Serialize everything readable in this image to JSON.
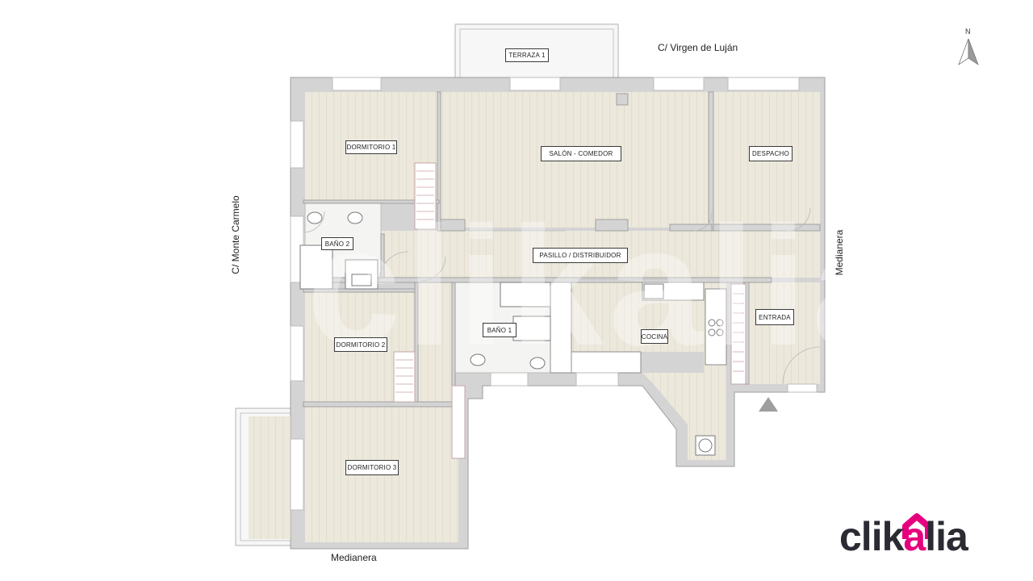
{
  "streets": {
    "top": "C/ Virgen de Luján",
    "left": "C/ Monte Carmelo",
    "right": "Medianera",
    "bottom": "Medianera"
  },
  "compass": {
    "label": "N"
  },
  "rooms": {
    "terraza1": "TERRAZA 1",
    "dormitorio1": "DORMITORIO 1",
    "salon": "SALÓN - COMEDOR",
    "despacho": "DESPACHO",
    "bano2": "BAÑO 2",
    "pasillo": "PASILLO / DISTRIBUIDOR",
    "bano1": "BAÑO 1",
    "cocina": "COCINA",
    "entrada": "ENTRADA",
    "dormitorio2": "DORMITORIO 2",
    "dormitorio3": "DORMITORIO 3"
  },
  "brand": {
    "prefix": "clik",
    "accent": "a",
    "suffix": "lia"
  },
  "watermark": "clikalia",
  "colors": {
    "floor": "#ece8dc",
    "wall": "#d4d4d4",
    "wall_edge": "#a8a8a8",
    "accent": "#e6007e",
    "text": "#2b2b33"
  }
}
